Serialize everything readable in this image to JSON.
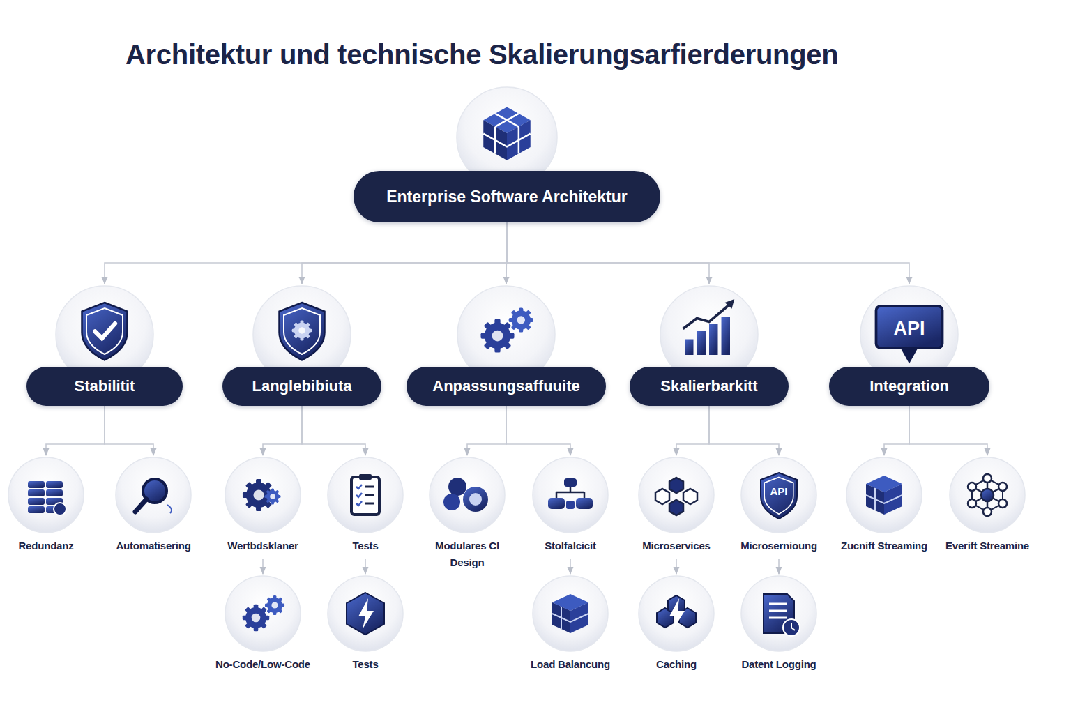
{
  "diagram": {
    "title": "Architektur und technische Skalierungsarfierderungen",
    "nodes": [
      {
        "text": [
          "Enterprise Software Architektur"
        ]
      },
      {
        "text": [
          "Stabilitit"
        ]
      },
      {
        "text": [
          "Langlebibiuta"
        ]
      },
      {
        "text": [
          "Anpassungsaffuuite"
        ]
      },
      {
        "text": [
          "Skalierbarkitt"
        ]
      },
      {
        "text": [
          "Integration"
        ]
      },
      {
        "text": [
          "Redundanz"
        ]
      },
      {
        "text": [
          "Automatisering"
        ]
      },
      {
        "text": [
          "Wertbdsklaner"
        ]
      },
      {
        "text": [
          "Tests"
        ]
      },
      {
        "text": [
          "Modulares Cl Design"
        ]
      },
      {
        "text": [
          "Stolfalcicit"
        ]
      },
      {
        "text": [
          "Microservices"
        ]
      },
      {
        "text": [
          "Microsernioung"
        ]
      },
      {
        "text": [
          "Zucnift Streaming"
        ]
      },
      {
        "text": [
          "Everift Streamine"
        ]
      },
      {
        "text": [
          "No-Code/Low-Code"
        ]
      },
      {
        "text": [
          "Tests"
        ]
      },
      {
        "text": [
          "Load Balancung"
        ]
      },
      {
        "text": [
          "Caching"
        ]
      },
      {
        "text": [
          "Datent Logging"
        ]
      }
    ],
    "edges": [
      {
        "from": 0,
        "to": 1,
        "arrow": "to"
      },
      {
        "from": 0,
        "to": 2,
        "arrow": "to"
      },
      {
        "from": 0,
        "to": 3,
        "arrow": "to"
      },
      {
        "from": 0,
        "to": 4,
        "arrow": "to"
      },
      {
        "from": 0,
        "to": 5,
        "arrow": "to"
      },
      {
        "from": 1,
        "to": 6,
        "arrow": "to"
      },
      {
        "from": 1,
        "to": 7,
        "arrow": "to"
      },
      {
        "from": 2,
        "to": 8,
        "arrow": "to"
      },
      {
        "from": 2,
        "to": 9,
        "arrow": "to"
      },
      {
        "from": 3,
        "to": 10,
        "arrow": "to"
      },
      {
        "from": 3,
        "to": 11,
        "arrow": "to"
      },
      {
        "from": 4,
        "to": 12,
        "arrow": "to"
      },
      {
        "from": 4,
        "to": 13,
        "arrow": "to"
      },
      {
        "from": 5,
        "to": 14,
        "arrow": "to"
      },
      {
        "from": 5,
        "to": 15,
        "arrow": "to"
      },
      {
        "from": 8,
        "to": 16,
        "arrow": "to"
      },
      {
        "from": 9,
        "to": 17,
        "arrow": "to"
      },
      {
        "from": 11,
        "to": 18,
        "arrow": "to"
      },
      {
        "from": 12,
        "to": 19,
        "arrow": "to"
      },
      {
        "from": 13,
        "to": 20,
        "arrow": "to"
      }
    ],
    "labels": [
      "API",
      "API"
    ]
  }
}
